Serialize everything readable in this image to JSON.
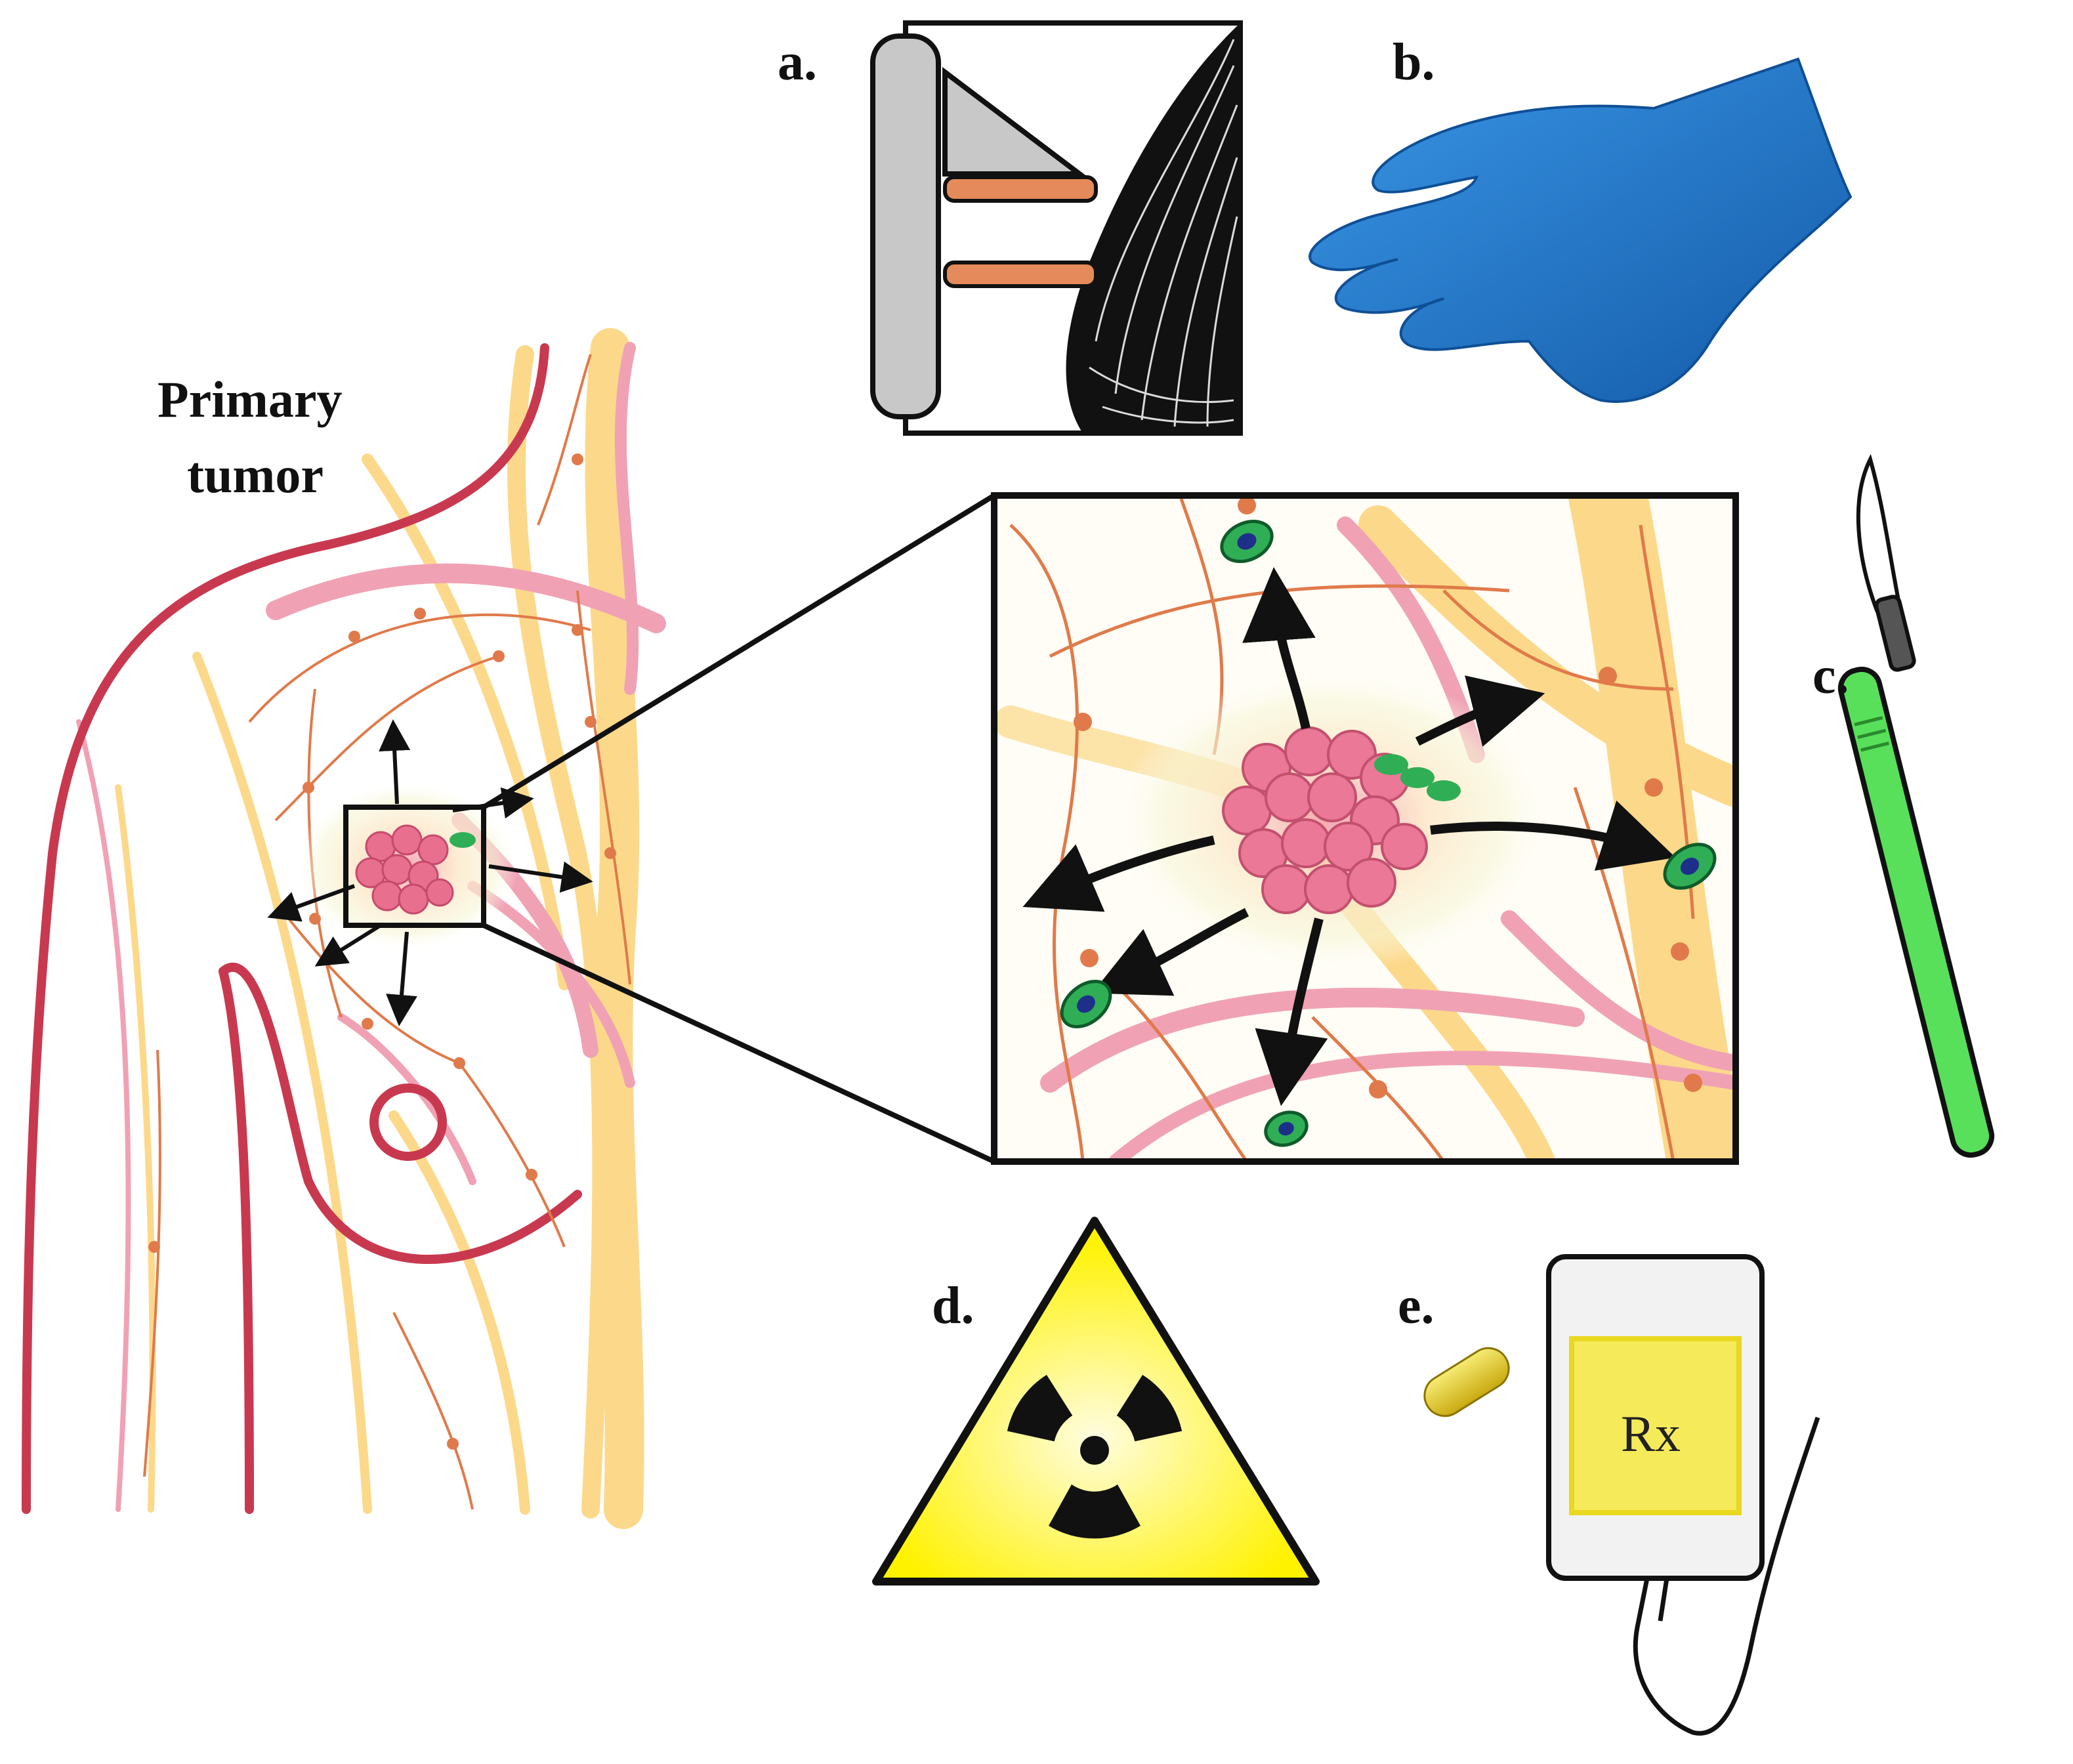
{
  "title": {
    "line1": "Primary",
    "line2": "tumor"
  },
  "panels": [
    {
      "id": "a",
      "label": "a.",
      "icon": "mammography-icon"
    },
    {
      "id": "b",
      "label": "b.",
      "icon": "glove-icon"
    },
    {
      "id": "c",
      "label": "c.",
      "icon": "scalpel-icon"
    },
    {
      "id": "d",
      "label": "d.",
      "icon": "radiation-icon"
    },
    {
      "id": "e",
      "label": "e.",
      "icon": "iv-bag-icon"
    }
  ],
  "iv_bag_text": "Rx",
  "colors": {
    "vessel_red": "#c8394f",
    "lymph_orange": "#e07a4a",
    "fat_yellow": "#fcd98a",
    "pink_vessel": "#f0a2b4",
    "tumor_pink": "#e96f8f",
    "cell_green": "#2fae56",
    "glove_blue": "#1f78cf",
    "scalpel_green": "#58e05a",
    "radiation_yellow": "#fff200",
    "rx_yellow": "#f5ea5a"
  }
}
